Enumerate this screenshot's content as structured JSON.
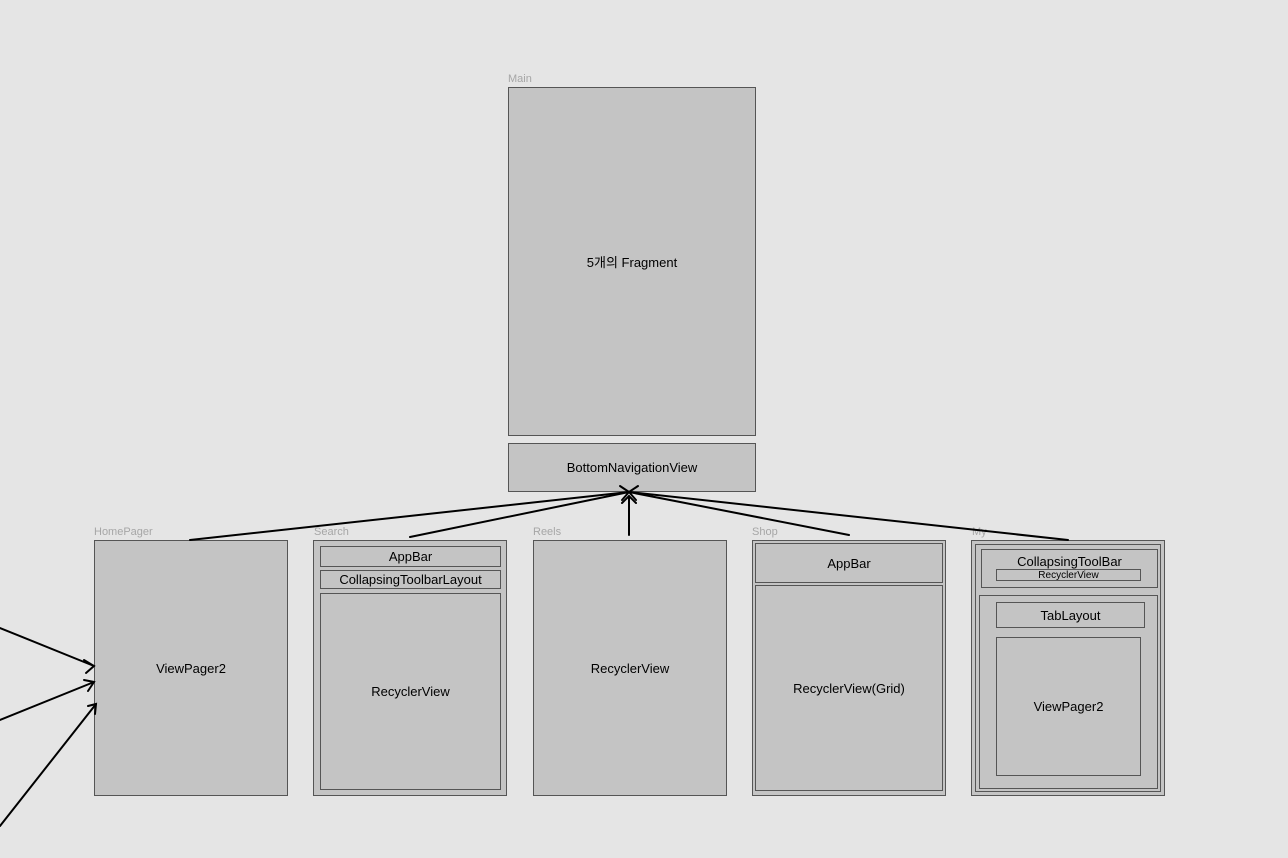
{
  "main": {
    "frame_label": "Main",
    "fragment_text": "5개의 Fragment",
    "bottom_nav": "BottomNavigationView"
  },
  "homepager": {
    "frame_label": "HomePager",
    "content": "ViewPager2"
  },
  "search": {
    "frame_label": "Search",
    "appbar": "AppBar",
    "collapsing": "CollapsingToolbarLayout",
    "recycler": "RecyclerView"
  },
  "reels": {
    "frame_label": "Reels",
    "recycler": "RecyclerView"
  },
  "shop": {
    "frame_label": "Shop",
    "appbar": "AppBar",
    "recycler": "RecyclerView(Grid)"
  },
  "my": {
    "frame_label": "My",
    "collapsing": "CollapsingToolBar",
    "collapsing_recycler": "RecyclerView",
    "tablayout": "TabLayout",
    "viewpager": "ViewPager2"
  },
  "colors": {
    "background": "#e5e5e5",
    "box_fill": "#c4c4c4",
    "box_stroke": "#555555",
    "frame_label": "#a6a6a6",
    "arrow": "#000000"
  }
}
